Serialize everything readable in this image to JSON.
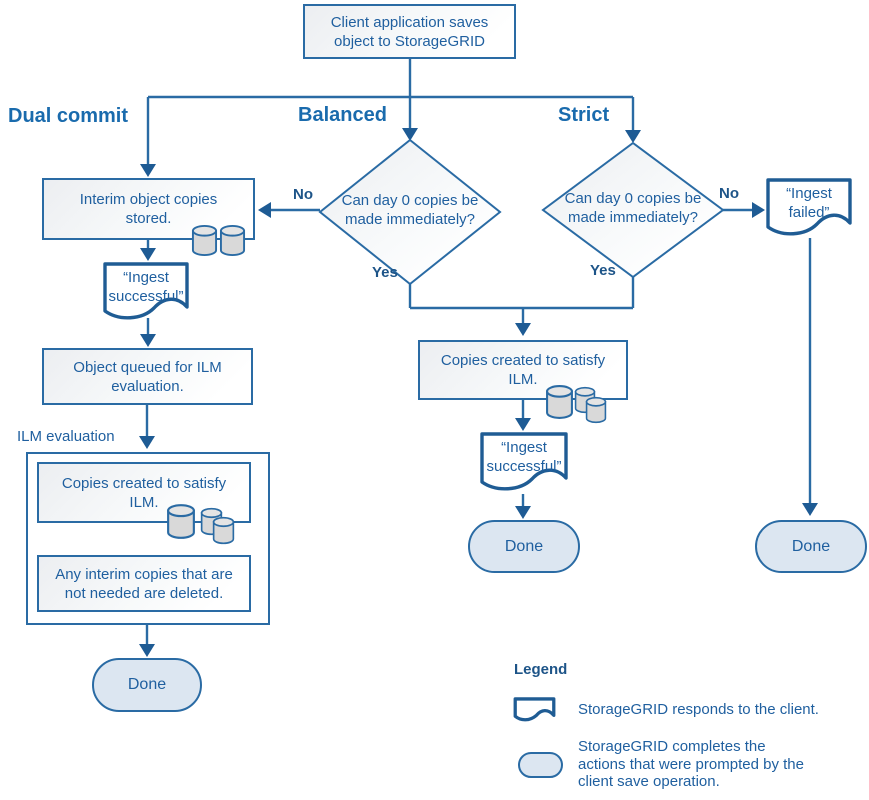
{
  "colors": {
    "stroke": "#2a6ba4",
    "arrow": "#1e5b94",
    "text": "#1f5f9f",
    "heading": "#1a6bad",
    "label": "#1d5488",
    "doc_stroke": "#1f5c94",
    "stadium_fill": "#dce6f1",
    "cylinder_fill": "#d9d9d9",
    "cylinder_top": "#e4e4e4"
  },
  "nodes": {
    "client_save": "Client application saves object to StorageGRID",
    "branch_dual_commit": "Dual commit",
    "branch_balanced": "Balanced",
    "branch_strict": "Strict",
    "decision_balanced": "Can day 0 copies be made immediately?",
    "decision_strict": "Can day 0 copies be made immediately?",
    "interim_copies": "Interim object copies stored.",
    "ingest_successful_left": "“Ingest successful”",
    "object_queued": "Object queued for ILM evaluation.",
    "ilm_evaluation_label": "ILM evaluation",
    "copies_created_left": "Copies created to satisfy ILM.",
    "interim_deleted": "Any interim copies that are not needed are deleted.",
    "done_left": "Done",
    "copies_created_middle": "Copies created to satisfy ILM.",
    "ingest_successful_middle": "“Ingest successful”",
    "done_middle": "Done",
    "ingest_failed": "“Ingest failed”",
    "done_right": "Done"
  },
  "edge_labels": {
    "no_balanced": "No",
    "yes_balanced": "Yes",
    "no_strict": "No",
    "yes_strict": "Yes"
  },
  "legend": {
    "title": "Legend",
    "items": [
      {
        "icon": "document-icon",
        "text": "StorageGRID responds to the client."
      },
      {
        "icon": "stadium-icon",
        "text": "StorageGRID completes the actions that were prompted by the client save operation."
      }
    ]
  }
}
